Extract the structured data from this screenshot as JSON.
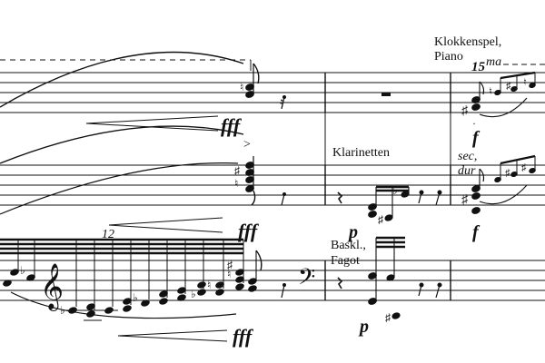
{
  "labels": {
    "klokkenspel": "Klokkenspel,",
    "piano": "Piano",
    "ottava": "15",
    "ottava_sup": "ma",
    "klarinetten": "Klarinetten",
    "baskl": "Baskl.,",
    "fagot": "Fagot",
    "sec": "sec,",
    "dur": "dur",
    "tuplet": "12"
  },
  "dynamics": {
    "fff_top": "fff",
    "fff_mid": "fff",
    "fff_bottom": "fff",
    "p_klarinetten": "p",
    "p_fagot": "p",
    "f_top": "f",
    "f_mid": "f"
  },
  "icons": {
    "treble_clef": "treble-clef-icon",
    "bass_clef": "bass-clef-icon",
    "accent": "accent-icon",
    "whole_rest": "whole-rest-icon"
  },
  "colors": {
    "ink": "#111111",
    "paper": "#ffffff"
  }
}
